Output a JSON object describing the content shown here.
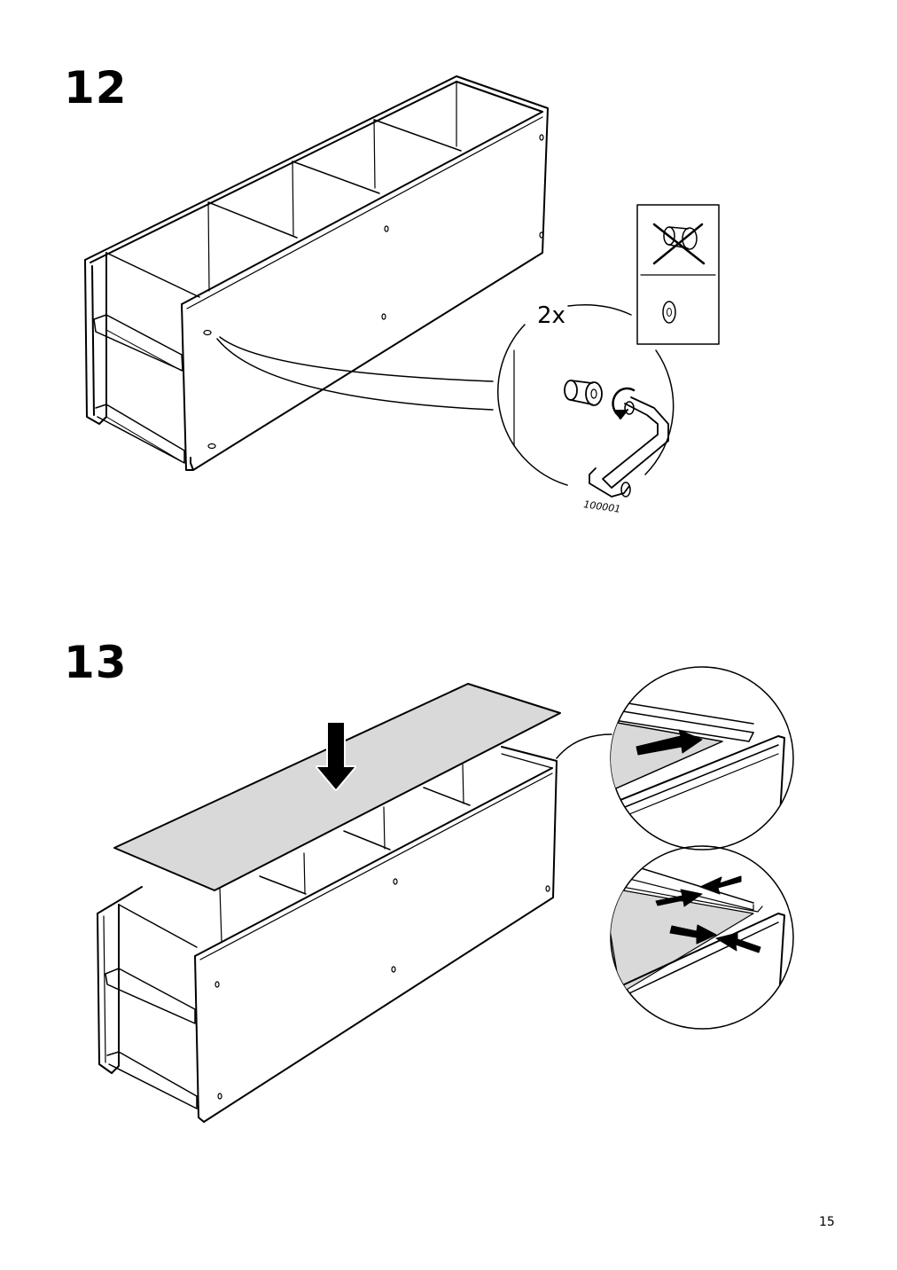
{
  "steps": [
    {
      "number": "12",
      "quantity": "2x",
      "part_number": "100001"
    },
    {
      "number": "13"
    }
  ],
  "page_number": "15",
  "icons": [
    "cabinet-frame-illustration",
    "cam-lock-tighten-detail",
    "allen-key-icon",
    "rotate-arrow-icon",
    "do-not-use-cam-icon",
    "cam-correct-orientation-icon",
    "back-panel-illustration",
    "down-arrow-icon",
    "panel-slide-in-detail",
    "panel-align-detail"
  ],
  "colors": {
    "line": "#000000",
    "panel_fill": "#d9d9d9",
    "background": "#ffffff"
  }
}
